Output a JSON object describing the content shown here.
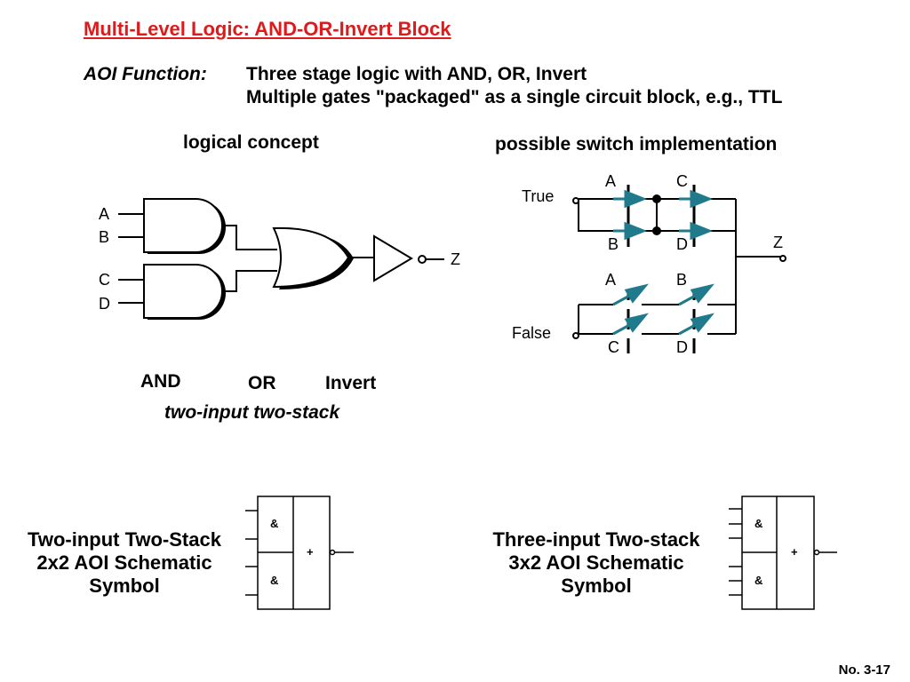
{
  "title": "Multi-Level Logic: AND-OR-Invert Block",
  "aoi": {
    "label": "AOI Function:",
    "line1": "Three stage logic with AND, OR, Invert",
    "line2": "Multiple gates \"packaged\" as a single circuit block, e.g., TTL"
  },
  "logical": {
    "heading": "logical concept",
    "inputs": [
      "A",
      "B",
      "C",
      "D"
    ],
    "output": "Z",
    "stage_labels": {
      "and": "AND",
      "or": "OR",
      "invert": "Invert"
    },
    "caption": "two-input two-stack"
  },
  "switch": {
    "heading": "possible switch implementation",
    "true_label": "True",
    "false_label": "False",
    "output": "Z",
    "top_labels": [
      "A",
      "C",
      "B",
      "D"
    ],
    "bottom_labels": [
      "A",
      "B",
      "C",
      "D"
    ]
  },
  "symbols": [
    {
      "caption": [
        "Two-input Two-Stack",
        "2x2 AOI Schematic",
        "Symbol"
      ],
      "and_glyph": "&",
      "or_glyph": "+"
    },
    {
      "caption": [
        "Three-input Two-stack",
        "3x2 AOI Schematic",
        "Symbol"
      ],
      "and_glyph": "&",
      "or_glyph": "+"
    }
  ],
  "page_number": "No. 3-17",
  "colors": {
    "title": "#e0191b",
    "switch": "#1f7a8c"
  }
}
